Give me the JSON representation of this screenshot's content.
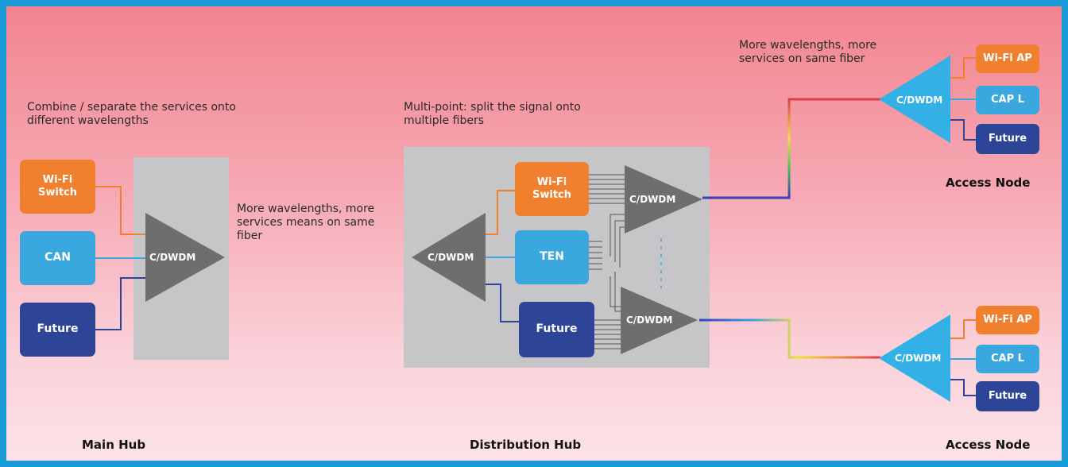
{
  "notes": {
    "combine": "Combine / separate the services onto different wavelengths",
    "more_main": "More wavelengths, more services means on same fiber",
    "multipoint": "Multi-point: split the signal onto multiple fibers",
    "more_access": "More wavelengths, more services on same fiber"
  },
  "main_hub": {
    "label": "Main Hub",
    "mux": "C/DWDM",
    "services": [
      "Wi-Fi Switch",
      "CAN",
      "Future"
    ]
  },
  "distribution_hub": {
    "label": "Distribution Hub",
    "mux_in": "C/DWDM",
    "mux_top": "C/DWDM",
    "mux_bottom": "C/DWDM",
    "services": [
      "Wi-Fi Switch",
      "TEN",
      "Future"
    ]
  },
  "access_top": {
    "label": "Access Node",
    "mux": "C/DWDM",
    "services": [
      "Wi-Fi AP",
      "CAP L",
      "Future"
    ]
  },
  "access_bottom": {
    "label": "Access Node",
    "mux": "C/DWDM",
    "services": [
      "Wi-Fi AP",
      "CAP L",
      "Future"
    ]
  },
  "colors": {
    "border": "#1a9ad6",
    "orange": "#f07f2e",
    "light_blue": "#3aa8de",
    "navy": "#2e4497",
    "triangle_gray": "#6e6e70",
    "access_triangle": "#33b1e6",
    "hub_panel": "#c6c6c8"
  }
}
